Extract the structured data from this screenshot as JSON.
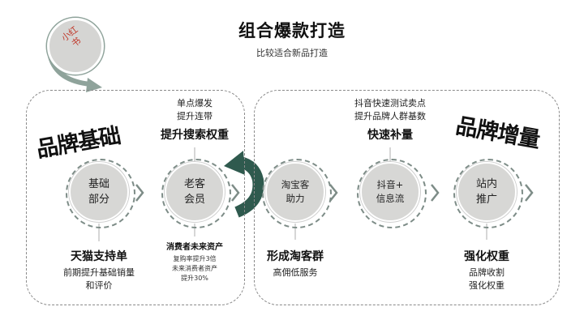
{
  "title": "组合爆款打造",
  "subtitle": "比较适合新品打造",
  "badge": {
    "line1": "小红",
    "line2": "书"
  },
  "left_panel": {
    "tag": "品牌基础",
    "node1": {
      "line1": "基础",
      "line2": "部分",
      "head": "天猫支持单",
      "cap1": "前期提升基础销量",
      "cap2": "和评价"
    },
    "node2": {
      "line1": "老客",
      "line2": "会员",
      "top1": "单点爆发",
      "top2": "提升连带",
      "top_head": "提升搜索权重",
      "head": "消费者未来资产",
      "cap1": "复购率提升3倍",
      "cap2": "未来消费者资产",
      "cap3": "提升30%"
    }
  },
  "right_panel": {
    "tag": "品牌增量",
    "node3": {
      "line1": "淘宝客",
      "line2": "助力",
      "head": "形成淘客群",
      "cap1": "高佣低服务"
    },
    "node4": {
      "line1": "抖音+",
      "line2": "信息流",
      "top1": "抖音快速测试卖点",
      "top2": "提升品牌人群基数",
      "top_head": "快速补量"
    },
    "node5": {
      "line1": "站内",
      "line2": "推广",
      "head": "强化权重",
      "cap1": "品牌收割",
      "cap2": "强化权重"
    }
  }
}
